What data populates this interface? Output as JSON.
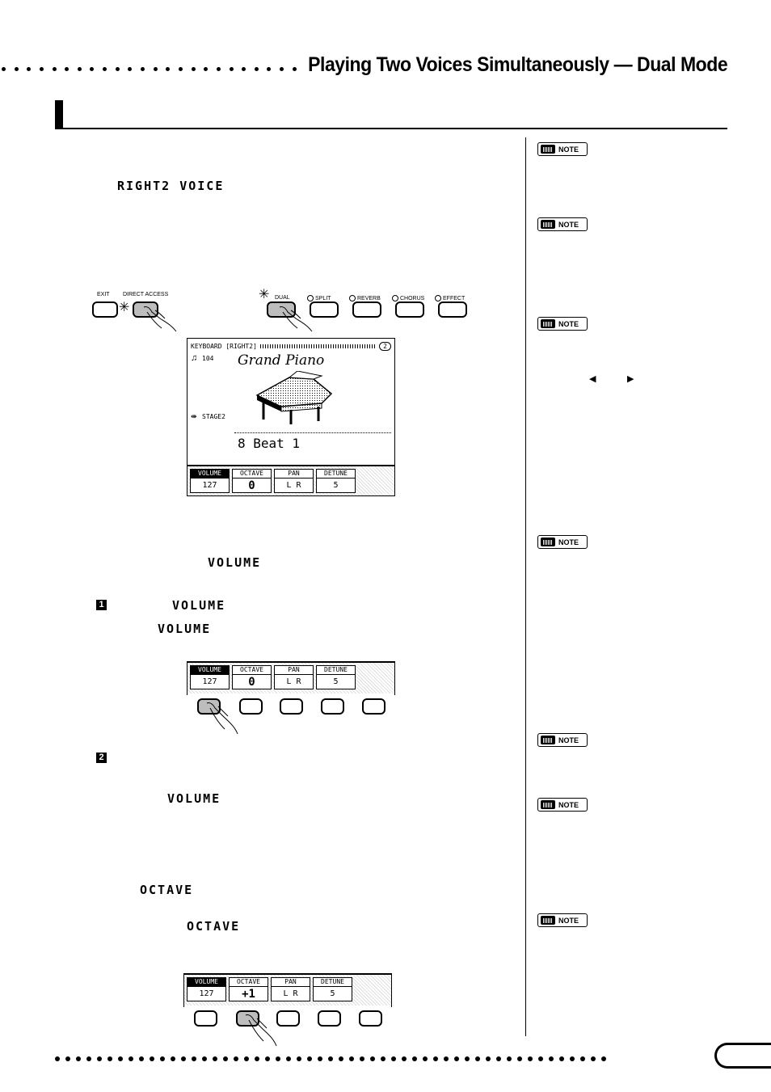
{
  "header": {
    "title": "Playing Two Voices Simultaneously — Dual Mode"
  },
  "body": {
    "right2_voice": "RIGHT2 VOICE",
    "volume_1": "VOLUME",
    "volume_step": "VOLUME",
    "volume_2": "VOLUME",
    "volume_3": "VOLUME",
    "octave_1": "OCTAVE",
    "octave_2": "OCTAVE",
    "step1": "1",
    "step2": "2"
  },
  "panel": {
    "exit_label": "EXIT",
    "direct_access_label": "DIRECT ACCESS",
    "dual_label": "DUAL",
    "split_label": "SPLIT",
    "reverb_label": "REVERB",
    "chorus_label": "CHORUS",
    "effect_label": "EFFECT"
  },
  "lcd": {
    "header": "KEYBOARD [RIGHT2]",
    "page_num": "2",
    "tempo": "104",
    "voice_name": "Grand Piano",
    "stage": "STAGE2",
    "style": "8 Beat 1"
  },
  "tabs_a": [
    {
      "head": "VOLUME",
      "value": "127"
    },
    {
      "head": "OCTAVE",
      "value": "0"
    },
    {
      "head": "PAN",
      "value": "L R"
    },
    {
      "head": "DETUNE",
      "value": "5"
    }
  ],
  "tabs_c": [
    {
      "head": "VOLUME",
      "value": "127"
    },
    {
      "head": "OCTAVE",
      "value": "+1"
    },
    {
      "head": "PAN",
      "value": "L R"
    },
    {
      "head": "DETUNE",
      "value": "5"
    }
  ],
  "sidebar": {
    "note_label": "NOTE"
  }
}
